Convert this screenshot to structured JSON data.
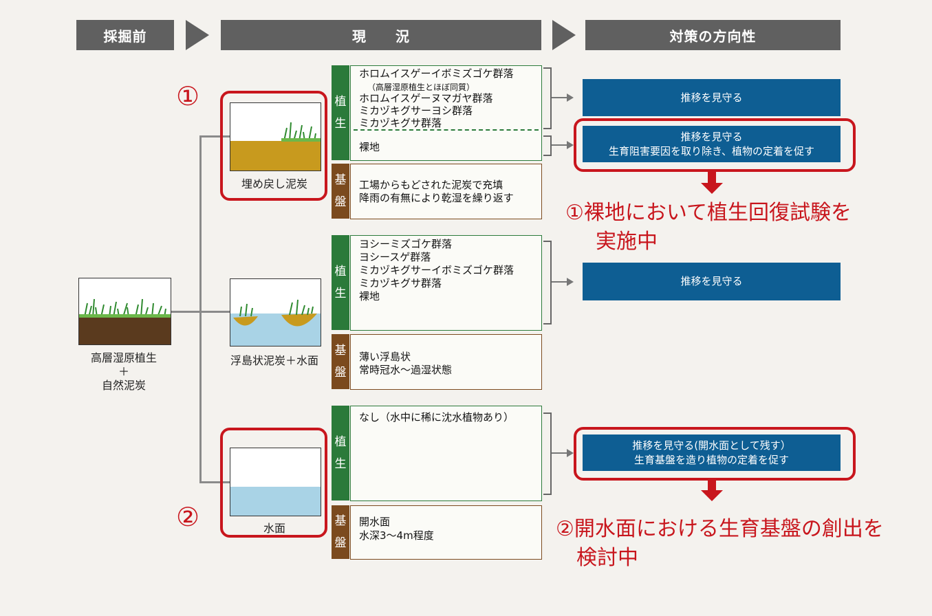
{
  "headers": {
    "before": "採掘前",
    "current": "現　　況",
    "direction": "対策の方向性"
  },
  "origin": {
    "line1": "高層湿原植生",
    "line2": "＋",
    "line3": "自然泥炭"
  },
  "conditions": [
    {
      "number": "①",
      "caption": "埋め戻し泥炭"
    },
    {
      "caption": "浮島状泥炭＋水面"
    },
    {
      "number": "②",
      "caption": "水面"
    }
  ],
  "tags": {
    "vegetation": [
      "植",
      "生"
    ],
    "substrate": [
      "基",
      "盤"
    ]
  },
  "case1": {
    "vegetation_a": [
      "ホロムイスゲーイボミズゴケ群落",
      "（高層湿原植生とほぼ同質）",
      "ホロムイスゲーヌマガヤ群落",
      "ミカヅキグサーヨシ群落",
      "ミカヅキグサ群落"
    ],
    "vegetation_b": [
      "裸地"
    ],
    "substrate": [
      "工場からもどされた泥炭で充填",
      "降雨の有無により乾湿を繰り返す"
    ],
    "action_a": [
      "推移を見守る"
    ],
    "action_b": [
      "推移を見守る",
      "生育阻害要因を取り除き、植物の定着を促す"
    ],
    "note": [
      "①裸地において植生回復試験を",
      "実施中"
    ]
  },
  "case2": {
    "vegetation": [
      "ヨシーミズゴケ群落",
      "ヨシースゲ群落",
      "ミカヅキグサーイボミズゴケ群落",
      "ミカヅキグサ群落",
      "裸地"
    ],
    "substrate": [
      "薄い浮島状",
      "常時冠水～過湿状態"
    ],
    "action": [
      "推移を見守る"
    ]
  },
  "case3": {
    "vegetation": [
      "なし（水中に稀に沈水植物あり）"
    ],
    "substrate": [
      "開水面",
      "水深3～4m程度"
    ],
    "action": [
      "推移を見守る(開水面として残す）",
      "生育基盤を造り植物の定着を促す"
    ],
    "note": [
      "②開水面における生育基盤の創出を",
      "検討中"
    ]
  },
  "colors": {
    "header": "#606060",
    "vegetation_tag": "#2b7a3a",
    "substrate_tag": "#7b4a1e",
    "action": "#0e5e93",
    "highlight": "#c8161d"
  }
}
